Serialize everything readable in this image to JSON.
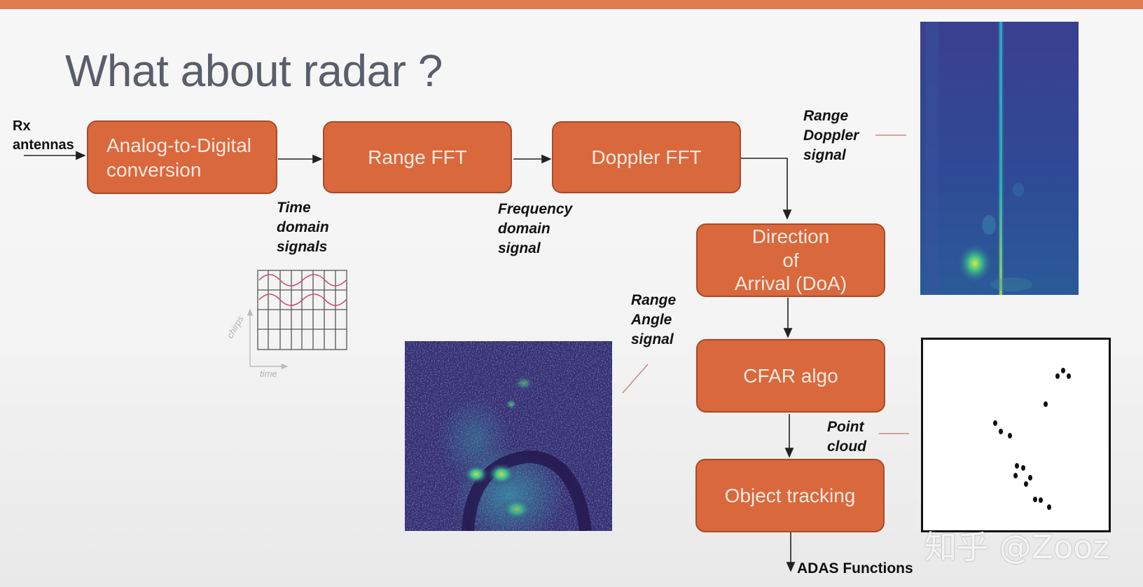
{
  "slide": {
    "title": "What about radar ?",
    "input_label": "Rx\nantennas",
    "output_label": "ADAS Functions",
    "watermark": "知乎 @Zooz",
    "accent_color": "#d9683d",
    "title_color": "#5a5e6b"
  },
  "blocks": {
    "adc": "Analog-to-Digital\nconversion",
    "range_fft": "Range FFT",
    "doppler_fft": "Doppler FFT",
    "doa": "Direction\nof\nArrival (DoA)",
    "cfar": "CFAR algo",
    "tracking": "Object tracking"
  },
  "labels": {
    "time_domain": "Time\ndomain\nsignals",
    "frequency_domain": "Frequency\ndomain\nsignal",
    "range_doppler": "Range\nDoppler\nsignal",
    "range_angle": "Range\nAngle\nsignal",
    "point_cloud": "Point\ncloud"
  },
  "chirp_sketch": {
    "y_axis": "chirps",
    "x_axis": "time"
  },
  "images": {
    "range_doppler_map": "range-doppler heatmap",
    "range_angle_map": "range-angle heatmap",
    "point_cloud_plot": "point cloud scatter"
  }
}
